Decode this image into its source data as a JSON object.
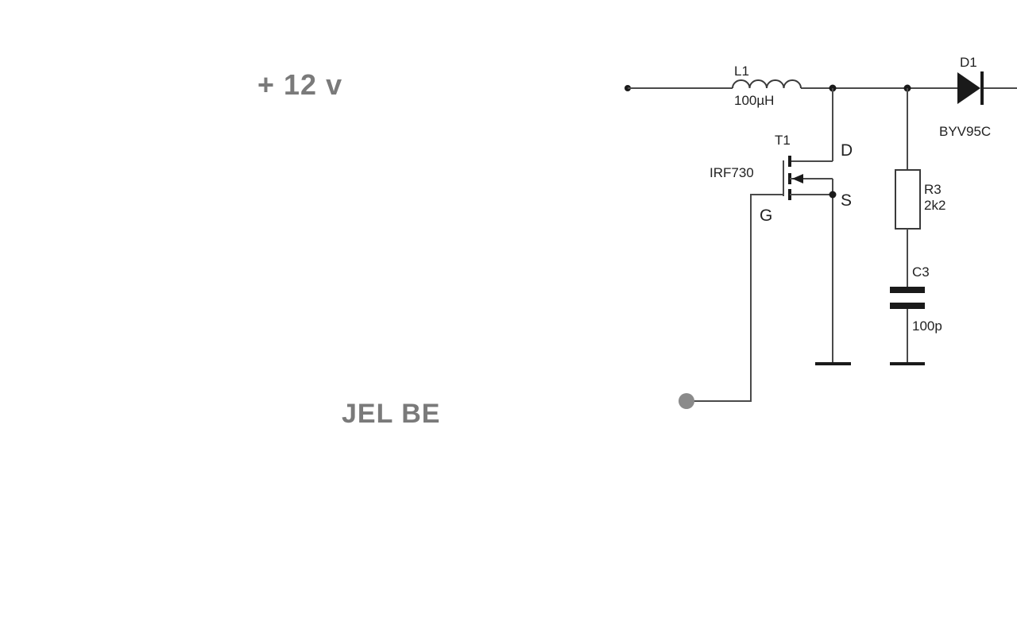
{
  "labels": {
    "supply": "+ 12 v",
    "input": "JEL BE"
  },
  "components": {
    "inductor": {
      "ref": "L1",
      "value": "100µH"
    },
    "transistor": {
      "ref": "T1",
      "part": "IRF730",
      "drain": "D",
      "source": "S",
      "gate": "G"
    },
    "diode": {
      "ref": "D1",
      "part": "BYV95C"
    },
    "resistor": {
      "ref": "R3",
      "value": "2k2"
    },
    "capacitor": {
      "ref": "C3",
      "value": "100p"
    }
  },
  "colors": {
    "label_gray": "#7a7a7a",
    "wire": "#4a4a4a",
    "component": "#1a1a1a",
    "input_node": "#8a8a8a"
  }
}
